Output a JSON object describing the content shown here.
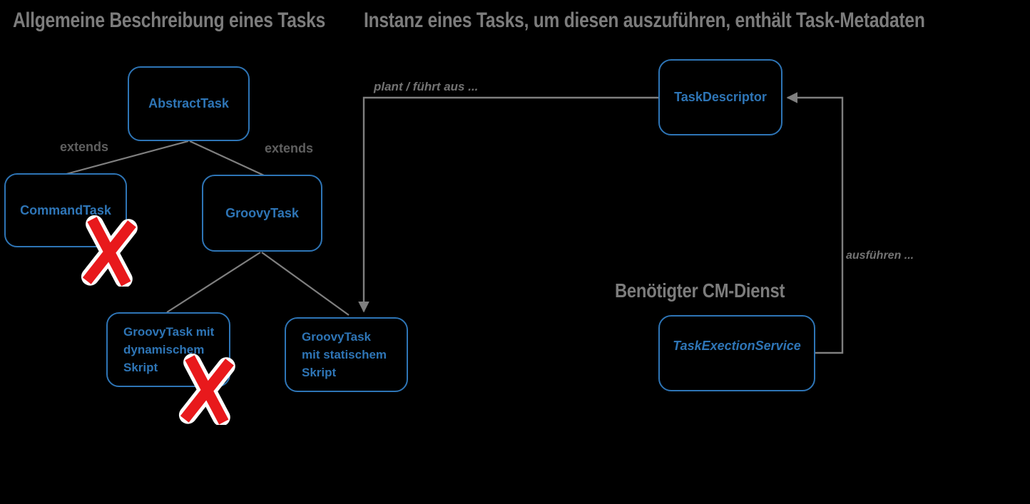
{
  "diagram": {
    "headings": {
      "left": "Allgemeine Beschreibung eines Tasks",
      "right": "Instanz eines Tasks, um diesen auszuführen, enthält Task-Metadaten",
      "cm_service": "Benötigter CM-Dienst"
    },
    "boxes": {
      "abstract_task": {
        "label": "AbstractTask"
      },
      "command_task": {
        "label": "CommandTask"
      },
      "groovy_task": {
        "label": "GroovyTask"
      },
      "groovy_dynamic": {
        "label": "GroovyTask mit\ndynamischem\nSkript"
      },
      "groovy_static": {
        "label": "GroovyTask\nmit statischem\nSkript"
      },
      "task_descriptor": {
        "label": "TaskDescriptor"
      },
      "task_exection_service": {
        "label": "TaskExectionService"
      }
    },
    "edge_labels": {
      "extends_left": "extends",
      "extends_right": "extends",
      "plant_fuehrt_aus": "plant / führt aus  ...",
      "ausfuehren": "ausführen ..."
    },
    "x_marks": [
      {
        "crossed_out": "CommandTask"
      },
      {
        "crossed_out": "GroovyTask mit dynamischem Skript"
      }
    ],
    "colors": {
      "background": "#000000",
      "box_border": "#2e75b6",
      "box_text": "#2e75b6",
      "line": "#7f7f7f",
      "heading_text": "#7c7c7c",
      "edge_label_text": "#5f5f5f",
      "x_red": "#e8191c",
      "x_outline": "#ffffff"
    }
  }
}
